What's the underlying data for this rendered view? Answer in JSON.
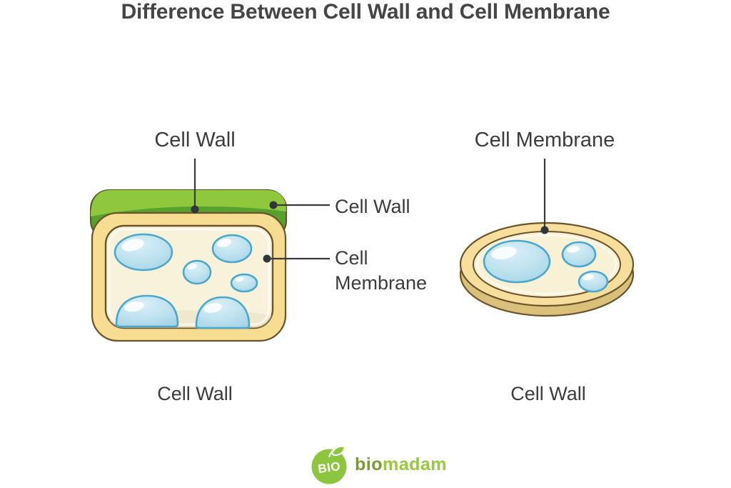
{
  "title": "Difference Between Cell Wall and Cell Membrane",
  "left_figure": {
    "pointer_label": "Cell Wall",
    "caption": "Cell Wall",
    "callouts": {
      "wall": "Cell Wall",
      "membrane_line1": "Cell",
      "membrane_line2": "Membrane"
    }
  },
  "right_figure": {
    "pointer_label": "Cell Membrane",
    "caption": "Cell Wall"
  },
  "logo": {
    "badge": "BIO",
    "word_prefix": "bio",
    "word_suffix": "madam"
  },
  "colors": {
    "text": "#3f3f3f",
    "leader": "#3a3a3a",
    "wall_green_light": "#8fc73d",
    "wall_green_dark": "#58a12e",
    "membrane_tan": "#f6dd92",
    "disc_top_tan": "#f6de9c",
    "disc_side_tan": "#d9c07b",
    "cytoplasm_cream": "#f9f2db",
    "disc_cream": "#f8f1d6",
    "bubble_fill": "#c0e3f0",
    "bubble_stroke": "#4ba7cb",
    "outline_brown": "#6b532a",
    "logo_green": "#8cc63f",
    "logo_dark_green": "#7d9a2c",
    "logo_light_green": "#97c83d"
  }
}
